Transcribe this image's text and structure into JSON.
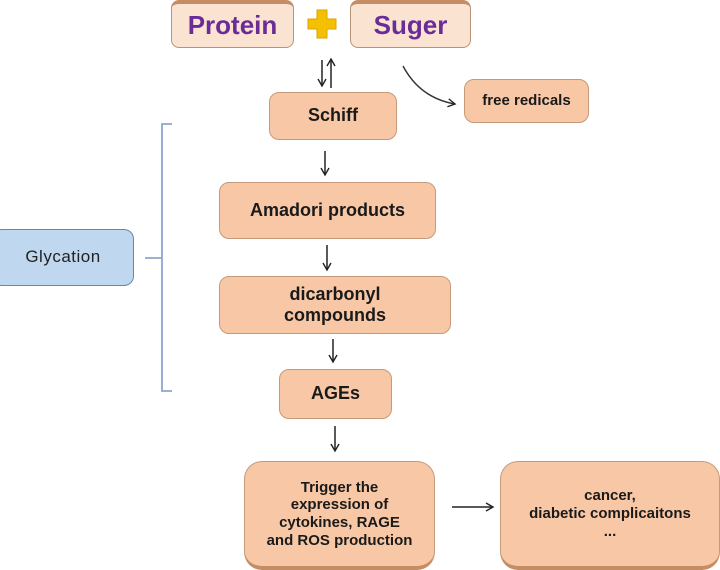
{
  "nodes": {
    "protein": "Protein",
    "sugar": "Suger",
    "schiff": "Schiff",
    "free_radicals": "free redicals",
    "amadori": "Amadori products",
    "dicarbonyl": [
      "dicarbonyl",
      "compounds"
    ],
    "ages": "AGEs",
    "trigger": [
      "Trigger the",
      "expression of",
      "cytokines, RAGE",
      "and ROS production"
    ],
    "outcome": [
      "cancer,",
      "diabetic complicaitons",
      "..."
    ],
    "glycation": "Glycation"
  },
  "symbols": {
    "plus": "plus-icon"
  },
  "colors": {
    "node_fill": "#f8c8a6",
    "top_node_fill": "#fbe3d2",
    "top_node_text": "#6a2c96",
    "plus": "#f5c000",
    "glycation_fill": "#bfd8ef",
    "bracket": "#8fa6cc"
  }
}
